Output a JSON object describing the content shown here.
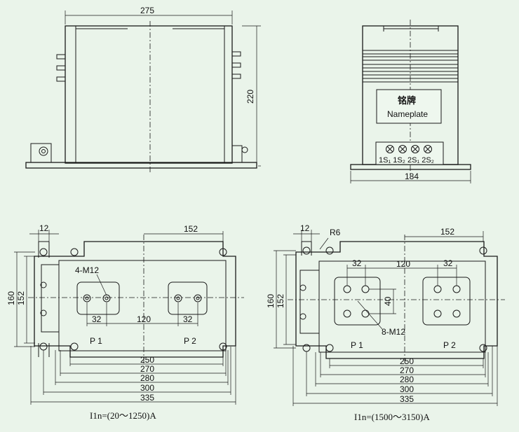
{
  "colors": {
    "background": "#eaf4ea",
    "line": "#1a1a1a"
  },
  "front_view": {
    "width_label": "275",
    "height_label": "220"
  },
  "side_view": {
    "width_label": "184",
    "nameplate_cn": "铭牌",
    "nameplate_en": "Nameplate",
    "terminals": "1S₁ 1S₂ 2S₁ 2S₂"
  },
  "plan_left": {
    "dim_12": "12",
    "dim_152_top": "152",
    "dim_160": "160",
    "dim_152_side": "152",
    "bolt_label": "4-M12",
    "dim_32_a": "32",
    "dim_120": "120",
    "dim_32_b": "32",
    "p1": "P 1",
    "p2": "P 2",
    "dim_250": "250",
    "dim_270": "270",
    "dim_280": "280",
    "dim_300": "300",
    "dim_335": "335",
    "caption": "I1n=(20～1250)A"
  },
  "plan_right": {
    "dim_12": "12",
    "radius_label": "R6",
    "dim_152_top": "152",
    "dim_32_a": "32",
    "dim_120": "120",
    "dim_32_b": "32",
    "dim_160": "160",
    "dim_152_side": "152",
    "dim_40": "40",
    "bolt_label": "8-M12",
    "p1": "P 1",
    "p2": "P 2",
    "dim_250": "250",
    "dim_270": "270",
    "dim_280": "280",
    "dim_300": "300",
    "dim_335": "335",
    "caption": "I1n=(1500～3150)A"
  }
}
